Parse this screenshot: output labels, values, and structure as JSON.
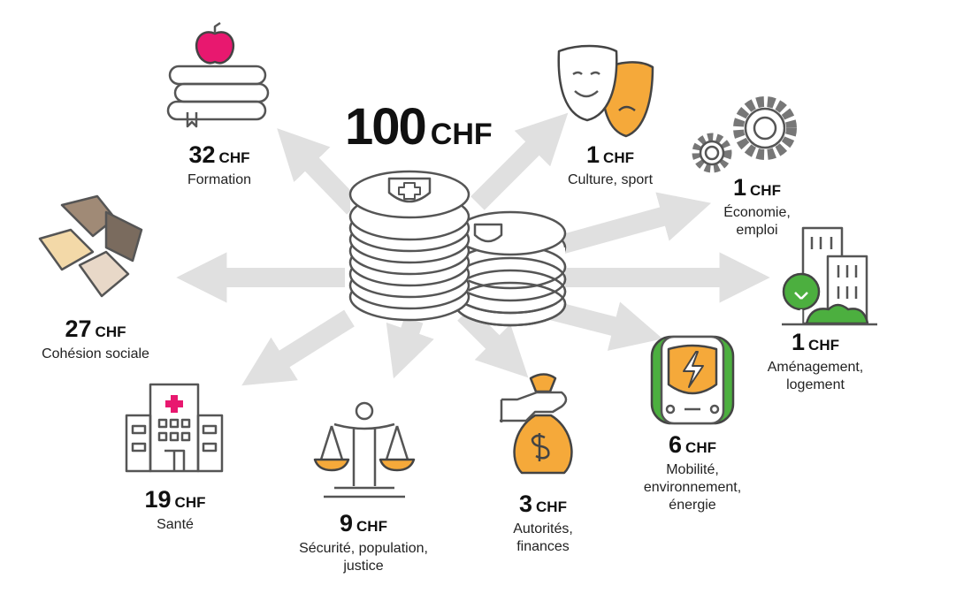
{
  "total": {
    "amount": "100",
    "currency": "CHF"
  },
  "categories": [
    {
      "amount": "32",
      "currency": "CHF",
      "lines": [
        "Formation"
      ],
      "icon": "books-apple-icon"
    },
    {
      "amount": "1",
      "currency": "CHF",
      "lines": [
        "Culture, sport"
      ],
      "icon": "theatre-masks-icon"
    },
    {
      "amount": "1",
      "currency": "CHF",
      "lines": [
        "Économie,",
        "emploi"
      ],
      "icon": "gears-icon"
    },
    {
      "amount": "1",
      "currency": "CHF",
      "lines": [
        "Aménagement,",
        "logement"
      ],
      "icon": "buildings-tree-icon"
    },
    {
      "amount": "27",
      "currency": "CHF",
      "lines": [
        "Cohésion sociale"
      ],
      "icon": "joined-hands-icon"
    },
    {
      "amount": "19",
      "currency": "CHF",
      "lines": [
        "Santé"
      ],
      "icon": "hospital-icon"
    },
    {
      "amount": "9",
      "currency": "CHF",
      "lines": [
        "Sécurité, population,",
        "justice"
      ],
      "icon": "scales-justice-icon"
    },
    {
      "amount": "3",
      "currency": "CHF",
      "lines": [
        "Autorités,",
        "finances"
      ],
      "icon": "money-bag-icon"
    },
    {
      "amount": "6",
      "currency": "CHF",
      "lines": [
        "Mobilité,",
        "environnement,",
        "énergie"
      ],
      "icon": "electric-bus-icon"
    }
  ],
  "colors": {
    "arrow": "#e0e0e0",
    "orange": "#f5a93a",
    "green": "#4caf3f",
    "pink": "#e8186f",
    "line": "#555555"
  }
}
